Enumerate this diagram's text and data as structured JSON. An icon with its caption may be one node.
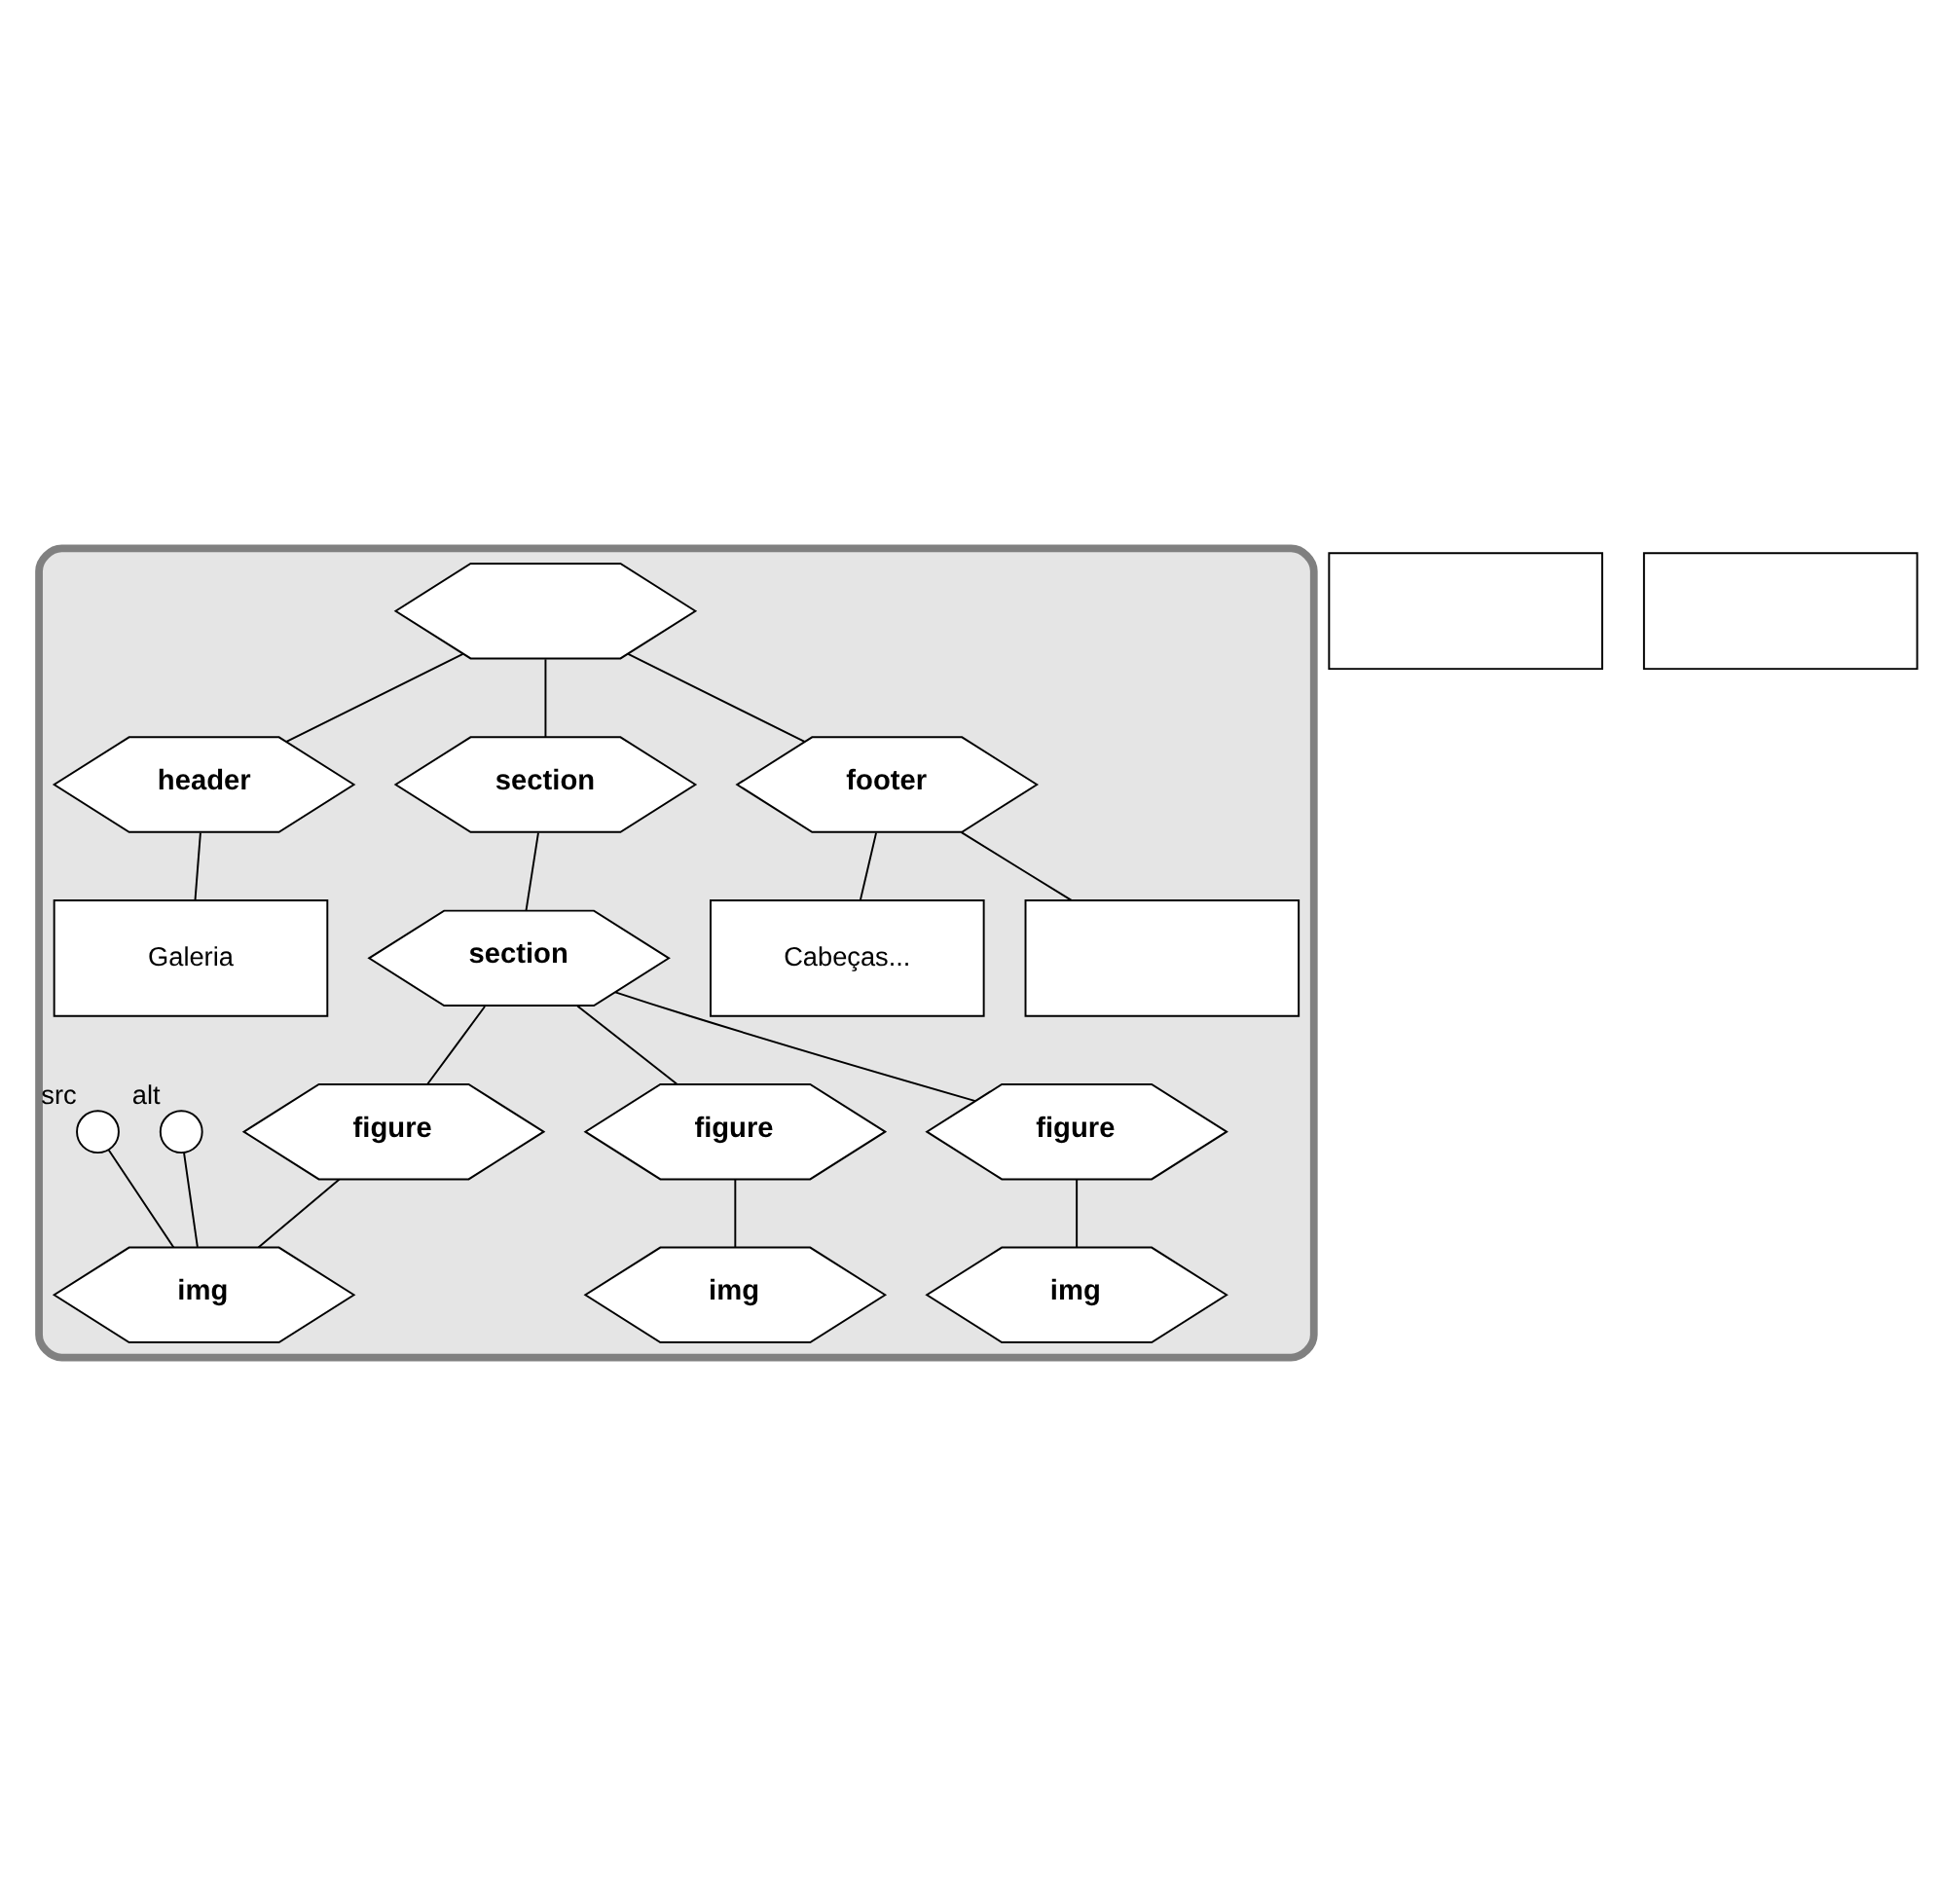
{
  "diagram": {
    "nodes": [
      {
        "text": [],
        "shape": "box"
      },
      {
        "text": [],
        "shape": "hexagon",
        "in": 0
      },
      {
        "text": [
          "header"
        ],
        "in": 0
      },
      {
        "text": [
          "section"
        ],
        "in": 0
      },
      {
        "text": [
          "footer"
        ],
        "in": 0
      },
      {
        "text": [
          "Galeria"
        ],
        "in": 0
      },
      {
        "text": [
          "section"
        ],
        "in": 0
      },
      {
        "text": [
          "Cabeças..."
        ],
        "in": 0
      },
      {
        "text": [],
        "shape": "box",
        "in": 0
      },
      {
        "text": [
          "figure"
        ],
        "in": 0
      },
      {
        "text": [
          "figure"
        ],
        "in": 0
      },
      {
        "text": [
          "figure"
        ],
        "in": 0
      },
      {
        "text": [
          "img"
        ],
        "in": 0
      },
      {
        "text": [
          "img"
        ],
        "in": 0
      },
      {
        "text": [
          "img"
        ],
        "in": 0
      },
      {
        "text": [],
        "shape": "circle",
        "beside": [
          "alt"
        ],
        "in": 0
      },
      {
        "text": [],
        "shape": "circle",
        "beside": [
          "src"
        ],
        "in": 0
      },
      {
        "text": [],
        "shape": "box"
      },
      {
        "text": [],
        "shape": "box"
      }
    ],
    "edges": [
      {
        "from": 1,
        "to": 2,
        "arrow": "none"
      },
      {
        "from": 1,
        "to": 3,
        "arrow": "none"
      },
      {
        "from": 1,
        "to": 4,
        "arrow": "none"
      },
      {
        "from": 2,
        "to": 5,
        "arrow": "none"
      },
      {
        "from": 3,
        "to": 6,
        "arrow": "none"
      },
      {
        "from": 4,
        "to": 7,
        "arrow": "none"
      },
      {
        "from": 4,
        "to": 8,
        "arrow": "none"
      },
      {
        "from": 6,
        "to": 9,
        "arrow": "none"
      },
      {
        "from": 6,
        "to": 10,
        "arrow": "none"
      },
      {
        "from": 6,
        "to": 11,
        "arrow": "none"
      },
      {
        "from": 9,
        "to": 12,
        "arrow": "none"
      },
      {
        "from": 10,
        "to": 13,
        "arrow": "none"
      },
      {
        "from": 11,
        "to": 14,
        "arrow": "none"
      },
      {
        "from": 15,
        "to": 14,
        "arrow": "none"
      },
      {
        "from": 16,
        "to": 14,
        "arrow": "none"
      }
    ]
  }
}
